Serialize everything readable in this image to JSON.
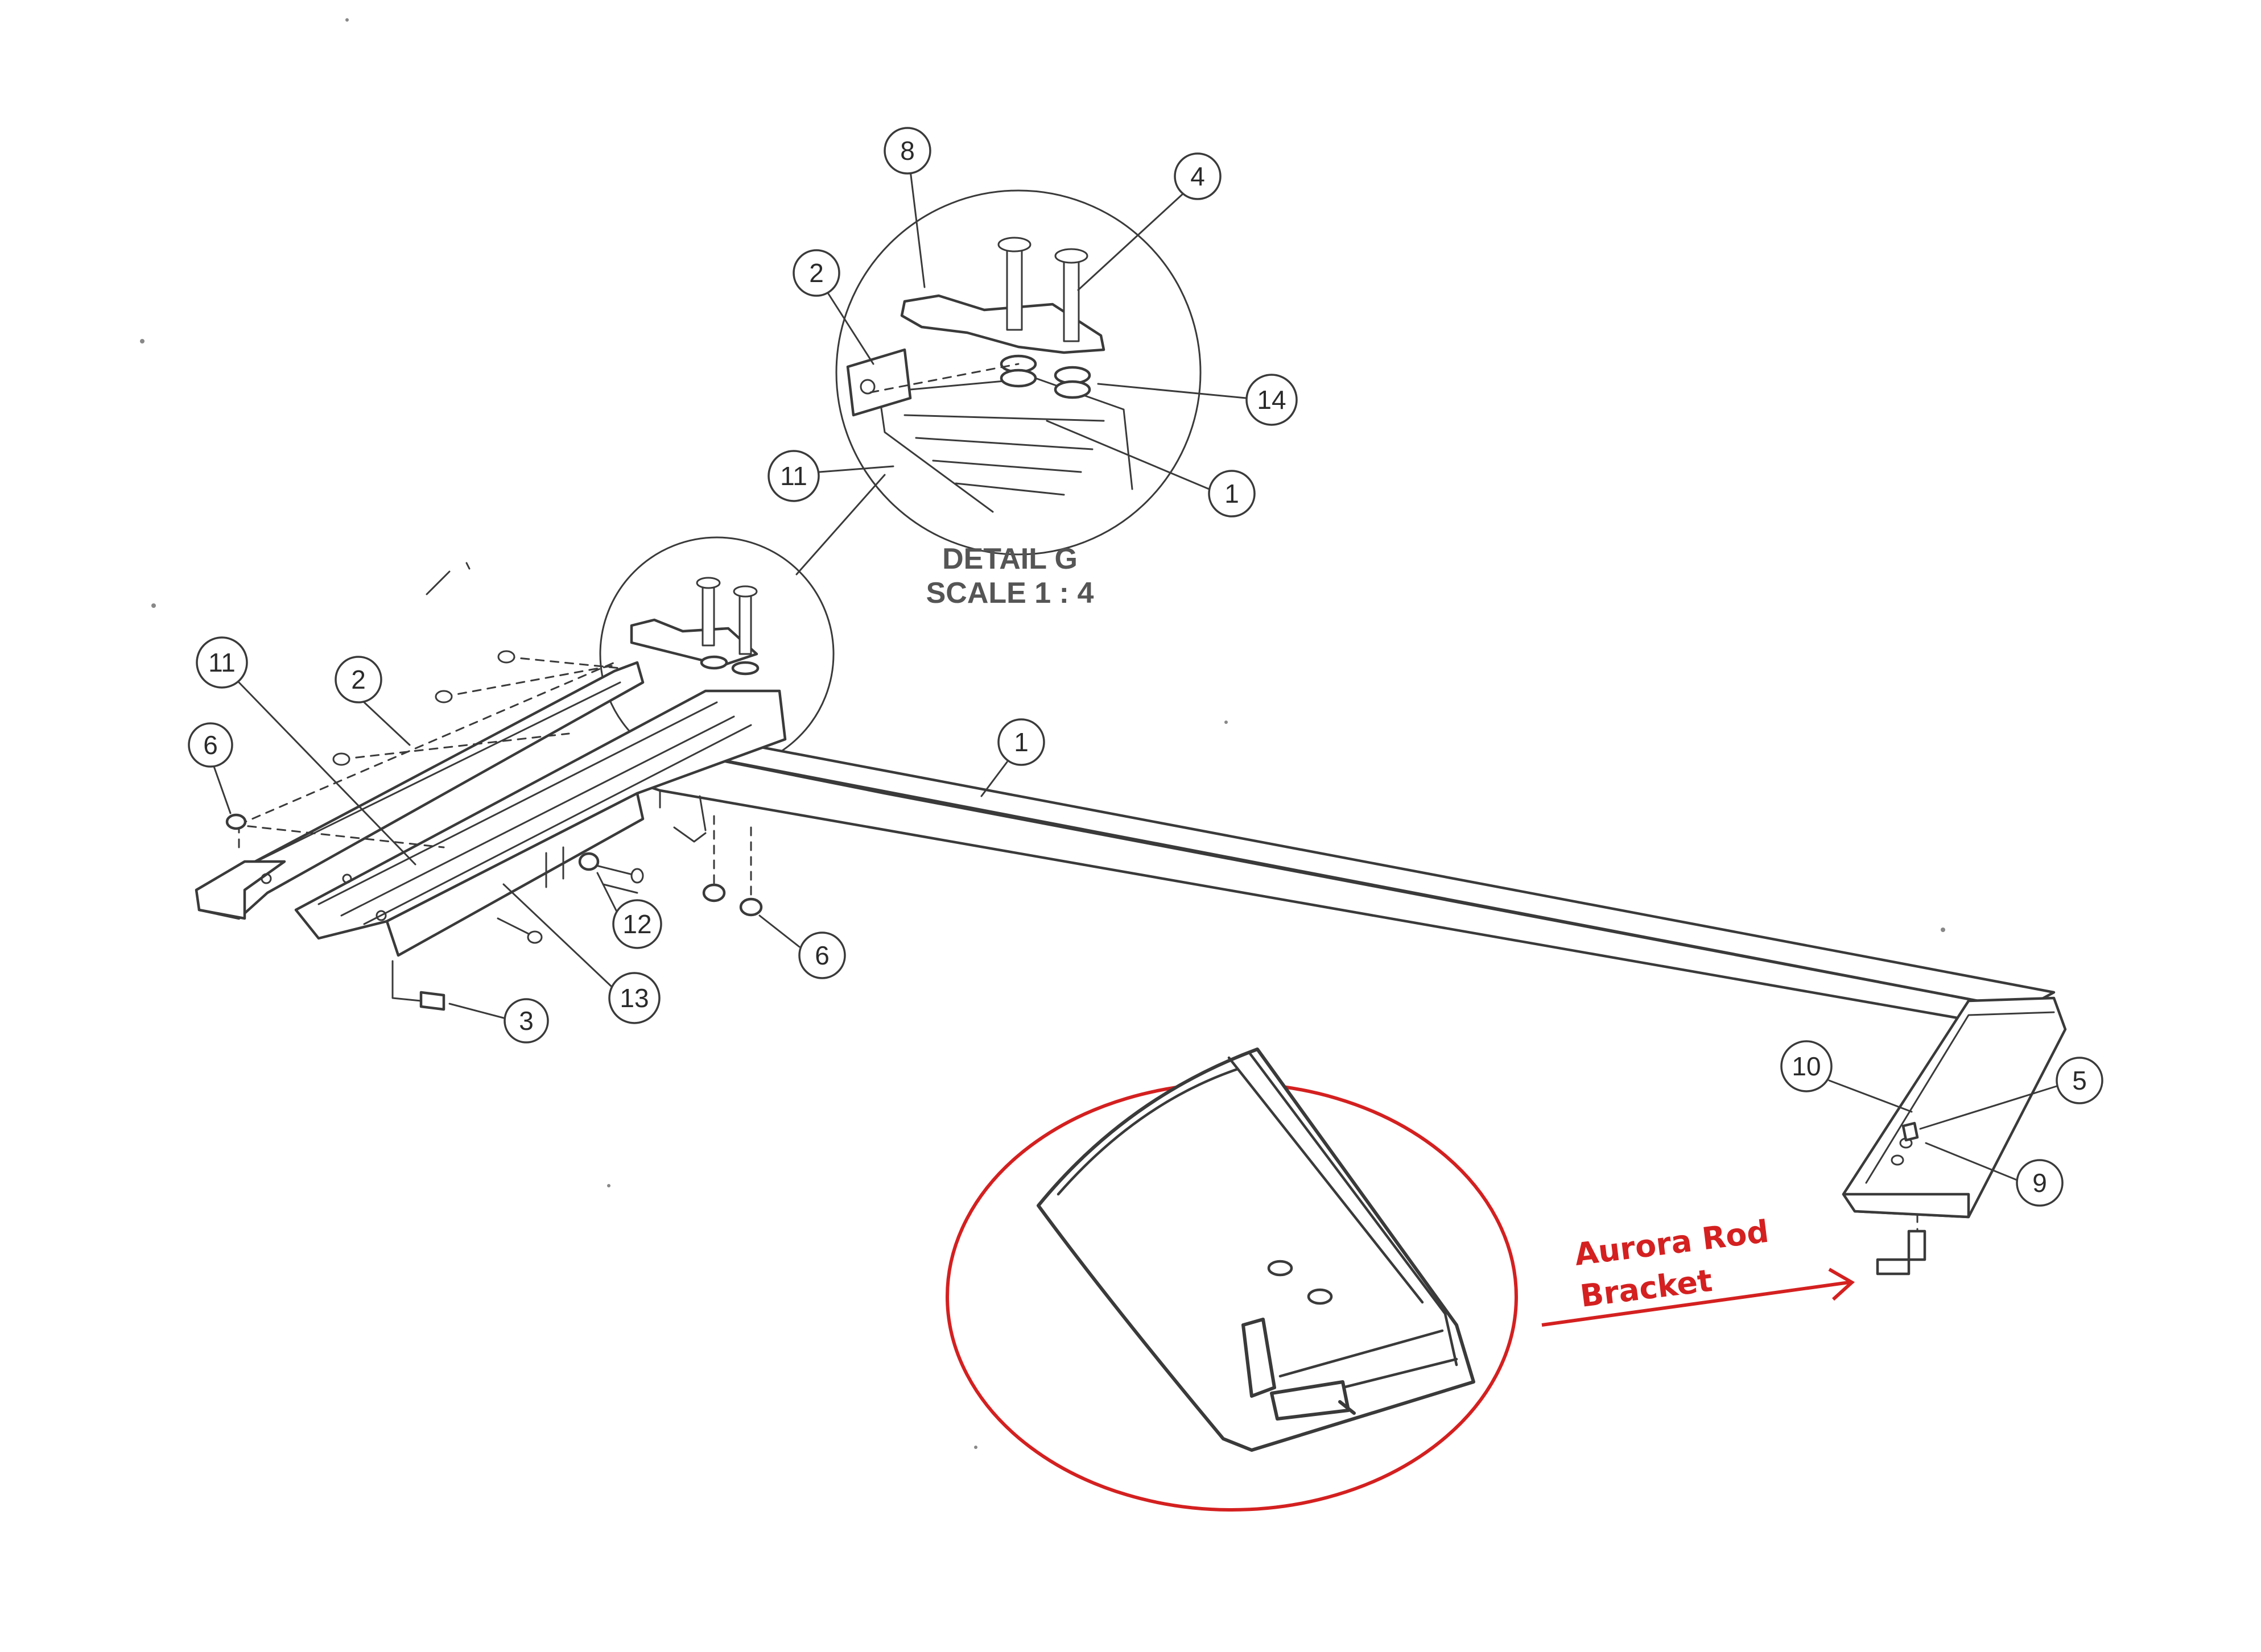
{
  "detail": {
    "title_line1": "DETAIL G",
    "title_line2": "SCALE 1 : 4"
  },
  "annotation": {
    "line1": "Aurora Rod",
    "line2": "Bracket",
    "color": "#d42020"
  },
  "callouts": [
    {
      "id": "c-detail-8",
      "label": "8"
    },
    {
      "id": "c-detail-4",
      "label": "4"
    },
    {
      "id": "c-detail-2",
      "label": "2"
    },
    {
      "id": "c-detail-14",
      "label": "14"
    },
    {
      "id": "c-detail-11",
      "label": "11"
    },
    {
      "id": "c-detail-1",
      "label": "1"
    },
    {
      "id": "c-main-11",
      "label": "11"
    },
    {
      "id": "c-main-2",
      "label": "2"
    },
    {
      "id": "c-main-6a",
      "label": "6"
    },
    {
      "id": "c-main-1",
      "label": "1"
    },
    {
      "id": "c-main-12",
      "label": "12"
    },
    {
      "id": "c-main-13",
      "label": "13"
    },
    {
      "id": "c-main-3",
      "label": "3"
    },
    {
      "id": "c-main-6b",
      "label": "6"
    },
    {
      "id": "c-main-10",
      "label": "10"
    },
    {
      "id": "c-main-5",
      "label": "5"
    },
    {
      "id": "c-main-9",
      "label": "9"
    }
  ]
}
